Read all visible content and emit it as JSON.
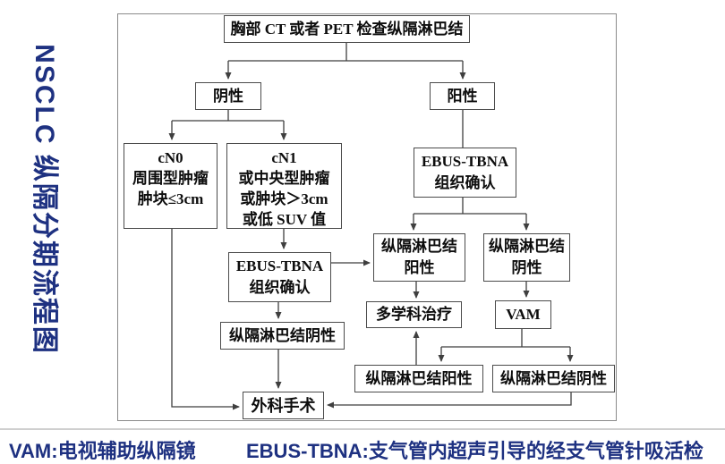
{
  "title": {
    "vertical": "NSCLC 纵隔分期流程图"
  },
  "nodes": {
    "ct_pet": "胸部 CT 或者 PET 检查纵隔淋巴结",
    "negative": "阴性",
    "positive": "阳性",
    "cn0": [
      "cN0",
      "周围型肿瘤",
      "肿块≤3cm"
    ],
    "cn1": [
      "cN1",
      "或中央型肿瘤",
      "或肿块＞3cm",
      "或低 SUV 值"
    ],
    "ebus_right": [
      "EBUS-TBNA",
      "组织确认"
    ],
    "ebus_left": [
      "EBUS-TBNA",
      "组织确认"
    ],
    "mln_positive_mid": [
      "纵隔淋巴结",
      "阳性"
    ],
    "mln_negative_mid": [
      "纵隔淋巴结",
      "阴性"
    ],
    "multidisciplinary": "多学科治疗",
    "vam": "VAM",
    "mln_negative_left": "纵隔淋巴结阴性",
    "mln_positive_bottom": "纵隔淋巴结阳性",
    "mln_negative_bottom": "纵隔淋巴结阴性",
    "surgery": "外科手术"
  },
  "legend": {
    "vam": "VAM:电视辅助纵隔镜",
    "ebus": "EBUS-TBNA:支气管内超声引导的经支气管针吸活检"
  },
  "colors": {
    "accent_blue": "#1e3181",
    "line": "#3f3f3f",
    "box_border": "#4b4b4b"
  }
}
